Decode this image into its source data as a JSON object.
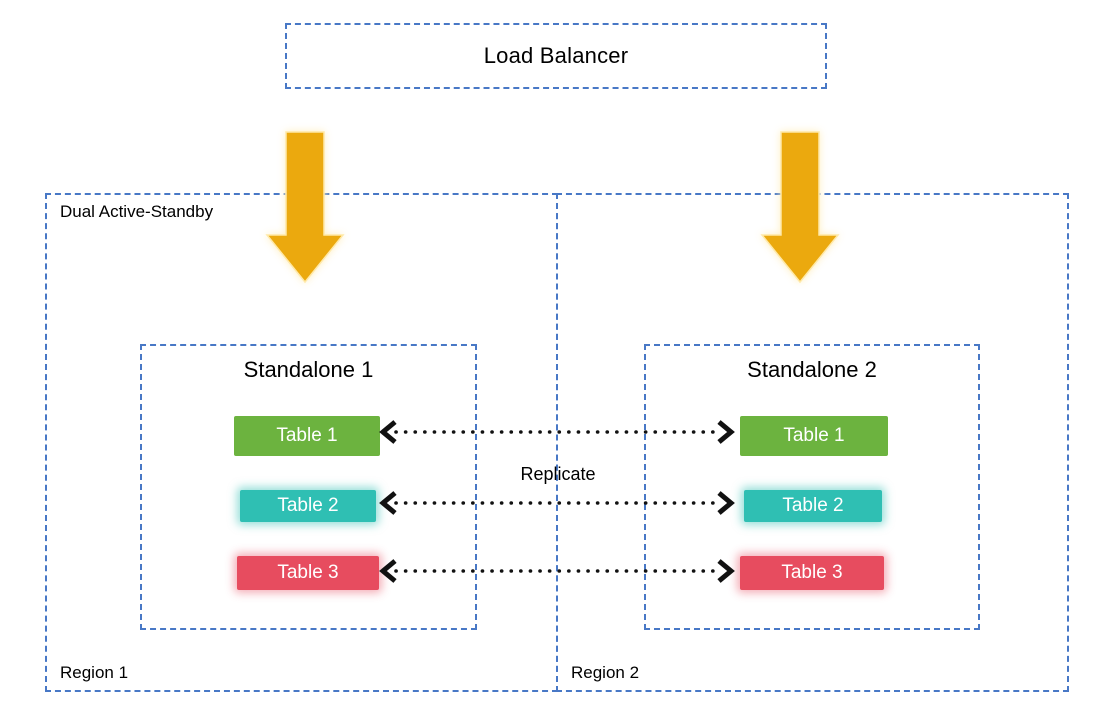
{
  "load_balancer": {
    "label": "Load Balancer"
  },
  "mode_label": "Dual Active-Standby",
  "replicate_label": "Replicate",
  "regions": [
    {
      "label": "Region 1",
      "standalone": {
        "title": "Standalone 1",
        "tables": [
          {
            "label": "Table 1",
            "color": "#6CB33F"
          },
          {
            "label": "Table 2",
            "color": "#2FBFB3"
          },
          {
            "label": "Table 3",
            "color": "#E74C5F"
          }
        ]
      }
    },
    {
      "label": "Region 2",
      "standalone": {
        "title": "Standalone 2",
        "tables": [
          {
            "label": "Table 1",
            "color": "#6CB33F"
          },
          {
            "label": "Table 2",
            "color": "#2FBFB3"
          },
          {
            "label": "Table 3",
            "color": "#E74C5F"
          }
        ]
      }
    }
  ],
  "colors": {
    "border_blue": "#4878C6",
    "arrow_gold": "#EBA90E",
    "arrow_glow_edge": "#FFE9A8",
    "connector_black": "#111111"
  }
}
